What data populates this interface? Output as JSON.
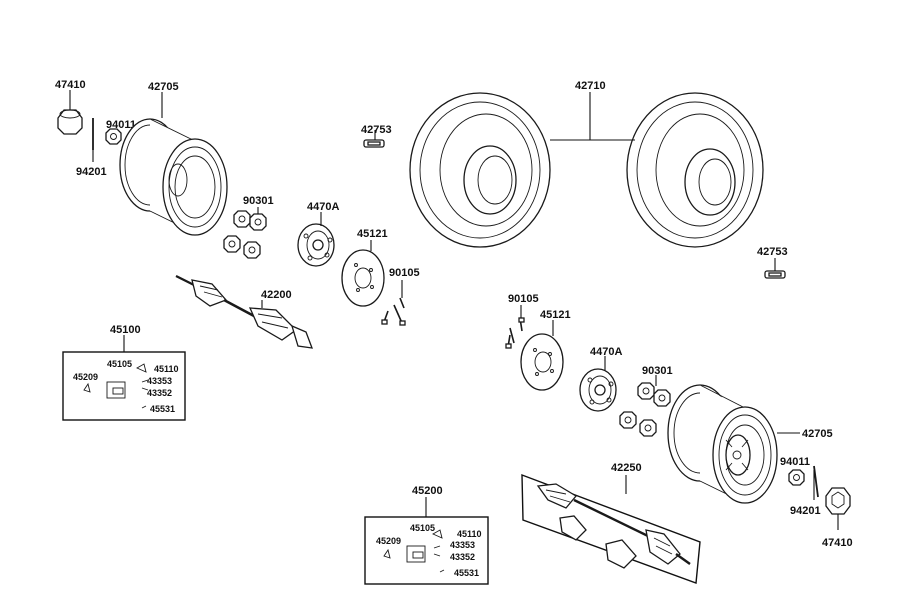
{
  "labels": {
    "n47410a": "47410",
    "n42705a": "42705",
    "n94011a": "94011",
    "n94201a": "94201",
    "n42753a": "42753",
    "n42710": "42710",
    "n90301a": "90301",
    "n4470Aa": "4470A",
    "n45121a": "45121",
    "n90105a": "90105",
    "n42200": "42200",
    "n45100": "45100",
    "n42753b": "42753",
    "n90105b": "90105",
    "n45121b": "45121",
    "n4470Ab": "4470A",
    "n90301b": "90301",
    "n42705b": "42705",
    "n94011b": "94011",
    "n94201b": "94201",
    "n47410b": "47410",
    "n42250": "42250",
    "n45200": "45200"
  },
  "kit_front": {
    "k45105": "45105",
    "k45110": "45110",
    "k45209": "45209",
    "k43353": "43353",
    "k43352": "43352",
    "k45531": "45531"
  },
  "kit_rear": {
    "k45105": "45105",
    "k45110": "45110",
    "k45209": "45209",
    "k43353": "43353",
    "k43352": "43352",
    "k45531": "45531"
  }
}
